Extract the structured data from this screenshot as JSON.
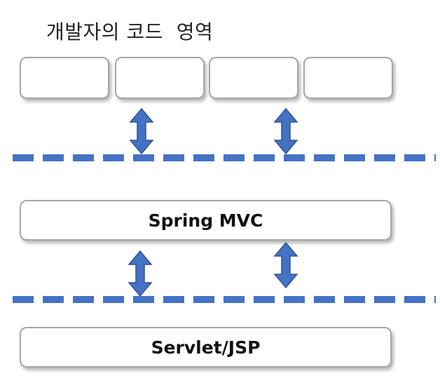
{
  "developer_area": {
    "title": "개발자의 코드  영역",
    "module_count": 4
  },
  "layers": [
    {
      "label": "Spring MVC"
    },
    {
      "label": "Servlet/JSP"
    }
  ],
  "colors": {
    "arrow": "#4472c4",
    "dashed_line": "#4472c4",
    "box_border": "#a6a6a6"
  }
}
